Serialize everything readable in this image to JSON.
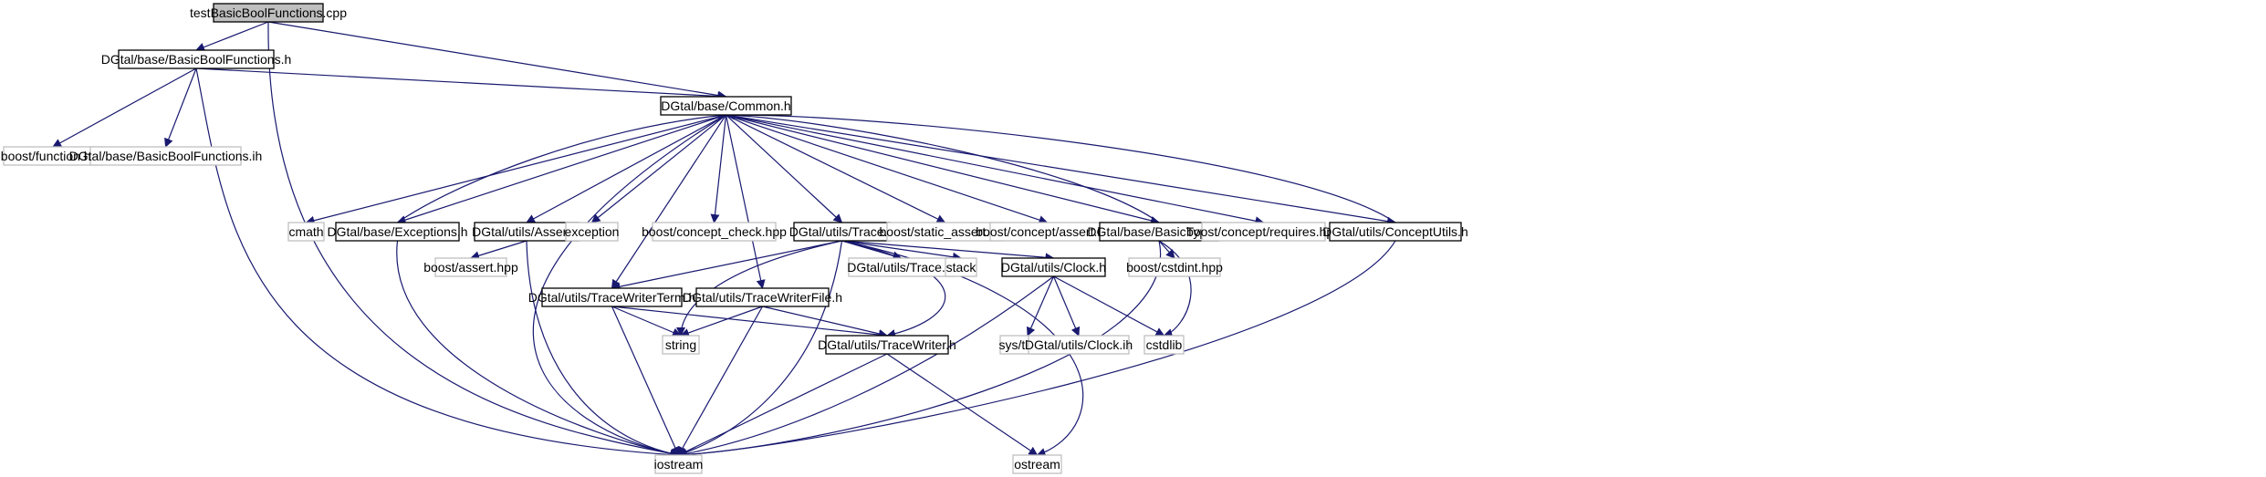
{
  "colors": {
    "edge": "#191970",
    "node_border": "#000000",
    "external_border": "#bfbfbf",
    "root_fill": "#bfbfbf",
    "node_fill": "#ffffff"
  },
  "nodes": [
    {
      "id": "root",
      "label": "testBasicBoolFunctions.cpp",
      "kind": "root"
    },
    {
      "id": "bbf_h",
      "label": "DGtal/base/BasicBoolFunctions.h",
      "kind": "internal"
    },
    {
      "id": "common_h",
      "label": "DGtal/base/Common.h",
      "kind": "internal"
    },
    {
      "id": "boost_function",
      "label": "boost/function.hpp",
      "kind": "external"
    },
    {
      "id": "bbf_ih",
      "label": "DGtal/base/BasicBoolFunctions.ih",
      "kind": "external"
    },
    {
      "id": "cmath",
      "label": "cmath",
      "kind": "external"
    },
    {
      "id": "exceptions_h",
      "label": "DGtal/base/Exceptions.h",
      "kind": "internal"
    },
    {
      "id": "assert_h",
      "label": "DGtal/utils/Assert.h",
      "kind": "internal"
    },
    {
      "id": "exception",
      "label": "exception",
      "kind": "external"
    },
    {
      "id": "concept_check",
      "label": "boost/concept_check.hpp",
      "kind": "external"
    },
    {
      "id": "trace_h",
      "label": "DGtal/utils/Trace.h",
      "kind": "internal"
    },
    {
      "id": "static_assert",
      "label": "boost/static_assert.hpp",
      "kind": "external"
    },
    {
      "id": "concept_assert",
      "label": "boost/concept/assert.hpp",
      "kind": "external"
    },
    {
      "id": "basictypes_h",
      "label": "DGtal/base/BasicTypes.h",
      "kind": "internal"
    },
    {
      "id": "concept_requires",
      "label": "boost/concept/requires.hpp",
      "kind": "external"
    },
    {
      "id": "conceptutils_h",
      "label": "DGtal/utils/ConceptUtils.h",
      "kind": "internal"
    },
    {
      "id": "boost_assert",
      "label": "boost/assert.hpp",
      "kind": "external"
    },
    {
      "id": "tw_term_h",
      "label": "DGtal/utils/TraceWriterTerm.h",
      "kind": "internal"
    },
    {
      "id": "tw_file_h",
      "label": "DGtal/utils/TraceWriterFile.h",
      "kind": "internal"
    },
    {
      "id": "trace_ih",
      "label": "DGtal/utils/Trace.ih",
      "kind": "external"
    },
    {
      "id": "stack",
      "label": "stack",
      "kind": "external"
    },
    {
      "id": "clock_h",
      "label": "DGtal/utils/Clock.h",
      "kind": "internal"
    },
    {
      "id": "cstdint",
      "label": "boost/cstdint.hpp",
      "kind": "external"
    },
    {
      "id": "string",
      "label": "string",
      "kind": "external"
    },
    {
      "id": "tracewriter_h",
      "label": "DGtal/utils/TraceWriter.h",
      "kind": "internal"
    },
    {
      "id": "systime",
      "label": "sys/time.h",
      "kind": "external"
    },
    {
      "id": "clock_ih",
      "label": "DGtal/utils/Clock.ih",
      "kind": "external"
    },
    {
      "id": "cstdlib",
      "label": "cstdlib",
      "kind": "external"
    },
    {
      "id": "iostream",
      "label": "iostream",
      "kind": "external"
    },
    {
      "id": "ostream",
      "label": "ostream",
      "kind": "external"
    }
  ],
  "edges": [
    {
      "from": "root",
      "to": "bbf_h"
    },
    {
      "from": "root",
      "to": "common_h"
    },
    {
      "from": "root",
      "to": "iostream"
    },
    {
      "from": "bbf_h",
      "to": "boost_function"
    },
    {
      "from": "bbf_h",
      "to": "bbf_ih"
    },
    {
      "from": "bbf_h",
      "to": "common_h"
    },
    {
      "from": "bbf_h",
      "to": "iostream"
    },
    {
      "from": "common_h",
      "to": "cmath"
    },
    {
      "from": "common_h",
      "to": "exceptions_h"
    },
    {
      "from": "common_h",
      "to": "iostream"
    },
    {
      "from": "common_h",
      "to": "assert_h"
    },
    {
      "from": "common_h",
      "to": "exception"
    },
    {
      "from": "common_h",
      "to": "concept_check"
    },
    {
      "from": "common_h",
      "to": "trace_h"
    },
    {
      "from": "common_h",
      "to": "tw_term_h"
    },
    {
      "from": "common_h",
      "to": "tw_file_h"
    },
    {
      "from": "common_h",
      "to": "static_assert"
    },
    {
      "from": "common_h",
      "to": "concept_assert"
    },
    {
      "from": "common_h",
      "to": "basictypes_h"
    },
    {
      "from": "common_h",
      "to": "concept_requires"
    },
    {
      "from": "common_h",
      "to": "conceptutils_h"
    },
    {
      "from": "exceptions_h",
      "to": "common_h"
    },
    {
      "from": "exceptions_h",
      "to": "iostream"
    },
    {
      "from": "assert_h",
      "to": "boost_assert"
    },
    {
      "from": "assert_h",
      "to": "iostream"
    },
    {
      "from": "trace_h",
      "to": "string"
    },
    {
      "from": "trace_h",
      "to": "iostream"
    },
    {
      "from": "trace_h",
      "to": "tw_term_h"
    },
    {
      "from": "trace_h",
      "to": "trace_ih"
    },
    {
      "from": "trace_h",
      "to": "stack"
    },
    {
      "from": "trace_h",
      "to": "clock_h"
    },
    {
      "from": "trace_h",
      "to": "tracewriter_h"
    },
    {
      "from": "trace_h",
      "to": "ostream"
    },
    {
      "from": "basictypes_h",
      "to": "common_h"
    },
    {
      "from": "basictypes_h",
      "to": "cstdint"
    },
    {
      "from": "basictypes_h",
      "to": "cstdlib"
    },
    {
      "from": "basictypes_h",
      "to": "iostream"
    },
    {
      "from": "conceptutils_h",
      "to": "common_h"
    },
    {
      "from": "conceptutils_h",
      "to": "iostream"
    },
    {
      "from": "tw_term_h",
      "to": "string"
    },
    {
      "from": "tw_term_h",
      "to": "iostream"
    },
    {
      "from": "tw_term_h",
      "to": "tracewriter_h"
    },
    {
      "from": "tw_file_h",
      "to": "string"
    },
    {
      "from": "tw_file_h",
      "to": "iostream"
    },
    {
      "from": "tw_file_h",
      "to": "tracewriter_h"
    },
    {
      "from": "clock_h",
      "to": "iostream"
    },
    {
      "from": "clock_h",
      "to": "systime"
    },
    {
      "from": "clock_h",
      "to": "clock_ih"
    },
    {
      "from": "clock_h",
      "to": "cstdlib"
    },
    {
      "from": "tracewriter_h",
      "to": "iostream"
    },
    {
      "from": "tracewriter_h",
      "to": "ostream"
    }
  ]
}
